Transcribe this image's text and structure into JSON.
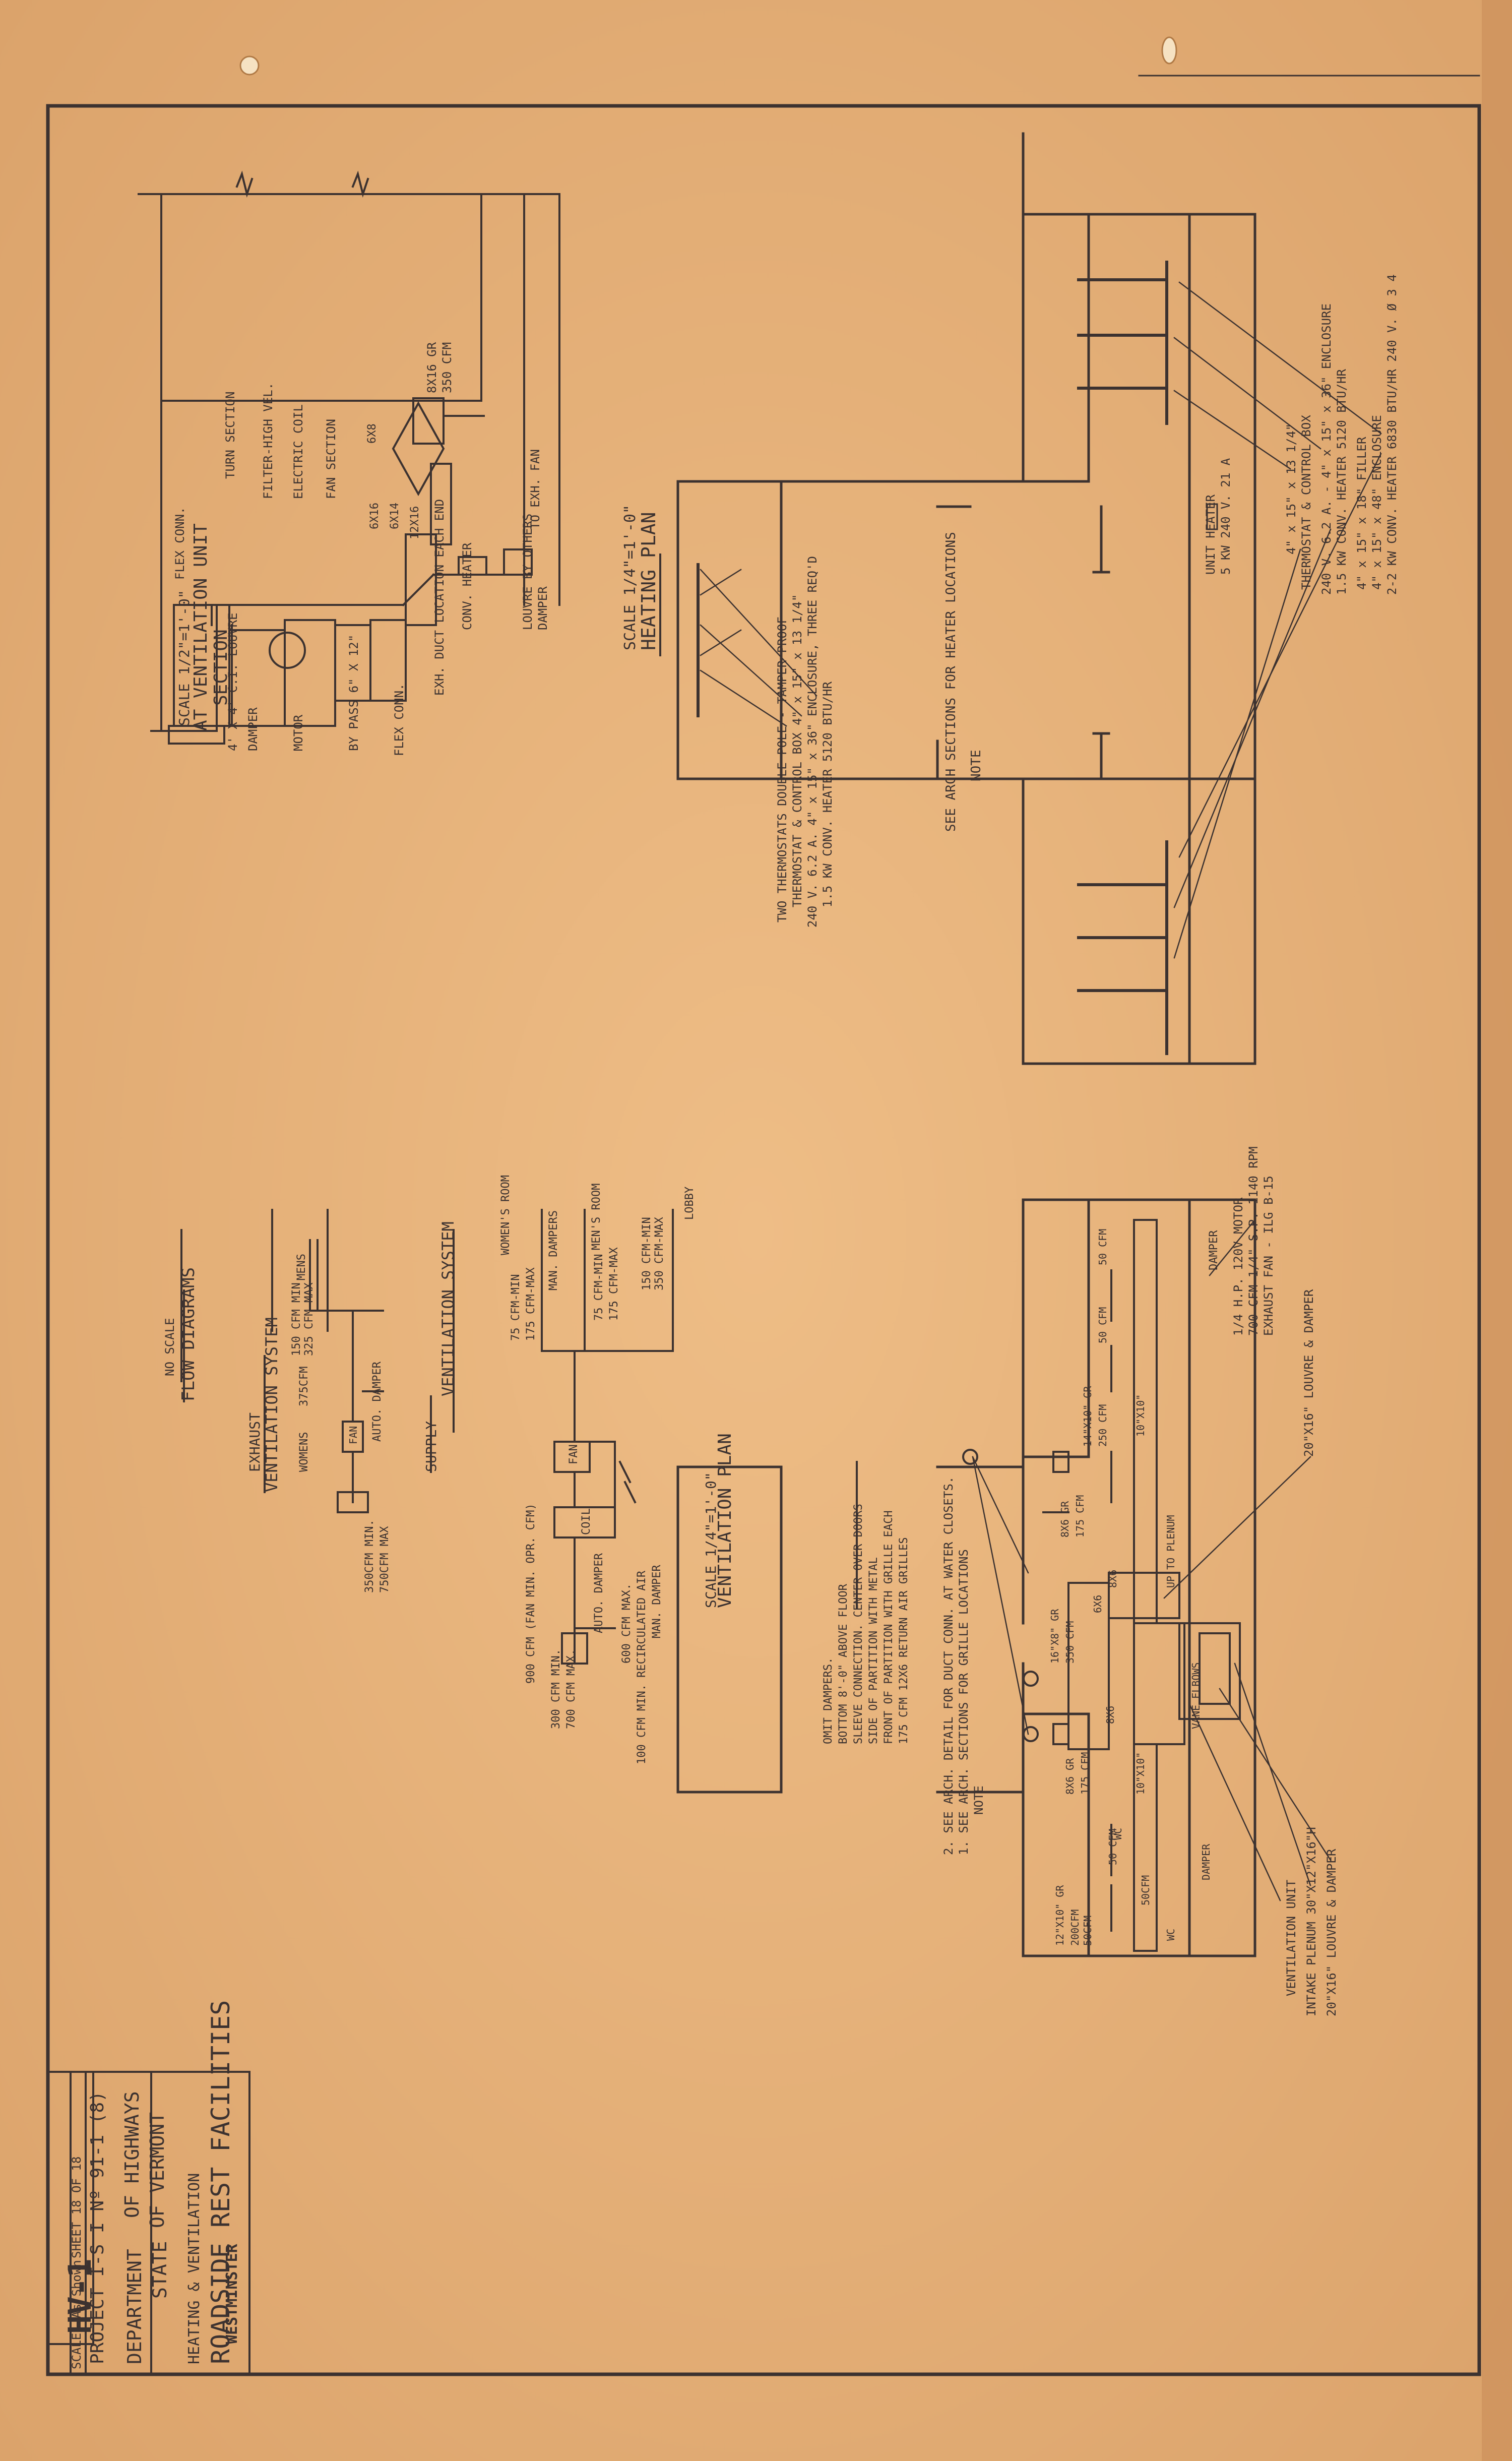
{
  "sheet": {
    "paper_color": "#e9b67e",
    "ink_color": "#3c3230",
    "rotation": "drawing rotated 90 degrees (text reads bottom-to-top)"
  },
  "title_block": {
    "location": "WESTMINSTER",
    "project": "ROADSIDE REST FACILITIES",
    "drawing_title": "HEATING & VENTILATION",
    "state": "STATE",
    "of": "OF",
    "vermont": "VERMONT",
    "department": "DEPARTMENT",
    "of_highways": "OF HIGHWAYS",
    "project_no": "PROJECT I-S I Nº 91-1 (8)",
    "scale": "SCALE: As Shown",
    "sheet_no": "SHEET 18 OF 18",
    "drawing_no": "HV-1"
  },
  "heating_plan": {
    "title": "HEATING PLAN",
    "scale": "SCALE 1/4\"=1'-0\"",
    "note_label": "NOTE",
    "note_text": "SEE ARCH SECTIONS FOR HEATER LOCATIONS",
    "callouts": [
      "2-2 KW CONV. HEATER 6830 BTU/HR 240 V. Ø 3 4",
      "4\" x 15\" x 48\" ENCLOSURE",
      "4\" x 15\" x 18\" FILLER",
      "1.5 KW CONV. HEATER 5120 BTU/HR",
      "240 V. 6.2 A. - 4\" x 15\" x 36\" ENCLOSURE",
      "THERMOSTAT & CONTROL BOX",
      "4\" x 15\" x 13 1/4\"",
      "5 KW 240 V. 21 A",
      "UNIT HEATER",
      "1.5 KW CONV. HEATER 5120 BTU/HR",
      "240 V. 6.2 A. 4\" x 15\" x 36\" ENCLOSURE, THREE REQ'D",
      "THERMOSTAT & CONTROL BOX 4\" x 15\" x 13 1/4\"",
      "TWO THERMOSTATS DOUBLE POLE - TAMPER PROOF"
    ]
  },
  "section": {
    "title": "SECTION",
    "subtitle": "AT VENTILATION UNIT",
    "scale": "SCALE 1/2\"=1'-0\"",
    "labels": [
      "350 CFM",
      "8X16 GR",
      "TO EXH. FAN",
      "DAMPER",
      "LOUVRE BY OTHERS",
      "CONV. HEATER",
      "EXH. DUCT LOCATION EACH END",
      "FLEX CONN.",
      "BY PASS 6\" X 12\"",
      "MOTOR",
      "DAMPER",
      "4' X 4' C.I. LOUVRE",
      "TURN SECTION",
      "FILTER-HIGH VEL.",
      "ELECTRIC COIL",
      "FAN SECTION",
      "FLEX CONN.",
      "6X8",
      "6X16",
      "6X14",
      "12X16"
    ]
  },
  "ventilation_plan": {
    "title": "VENTILATION PLAN",
    "scale": "SCALE 1/4\"=1'-0\"",
    "note_label": "NOTE",
    "notes": [
      "1. SEE ARCH. SECTIONS FOR GRILLE LOCATIONS",
      "2. SEE ARCH. DETAIL FOR DUCT CONN. AT WATER CLOSETS."
    ],
    "callouts": [
      "EXHAUST FAN - ILG B-15",
      "700 CFM 1/4\" S.P. 1140 RPM",
      "1/4 H.P. 120V MOTOR",
      "DAMPER",
      "20\"X16\" LOUVRE & DAMPER",
      "20\"X16\" LOUVRE & DAMPER",
      "INTAKE PLENUM 30\"X12\"X16\"H",
      "VENTILATION UNIT",
      "175 CFM 12X6 RETURN AIR GRILLES",
      "FRONT OF PARTITION WITH GRILLE EACH",
      "SIDE OF PARTITION WITH METAL",
      "SLEEVE CONNECTION. CENTER OVER DOORS",
      "BOTTOM 8'-0\" ABOVE FLOOR",
      "OMIT DAMPERS."
    ],
    "flow_labels": [
      "50 CFM",
      "50 CFM",
      "250 CFM",
      "14\"X10\" GR",
      "50 CFM",
      "50CFM",
      "200CFM",
      "12\"X10\" GR",
      "50CFM",
      "WC",
      "WC",
      "10\"X10\"",
      "10\"X10\"",
      "8X6",
      "8X6",
      "6X6",
      "350 CFM",
      "16\"X8\" GR",
      "175 CFM",
      "8X6 GR",
      "175 CFM",
      "8X6 GR",
      "DAMPER",
      "UP TO PLENUM",
      "VANE ELBOWS"
    ]
  },
  "flow_diagrams": {
    "title": "FLOW DIAGRAMS",
    "scale": "NO SCALE",
    "supply": {
      "title": "VENTILATION SYSTEM",
      "subtitle": "SUPPLY",
      "labels": [
        "LOBBY",
        "350 CFM-MAX",
        "150 CFM-MIN",
        "MEN'S ROOM",
        "175 CFM-MAX",
        "75 CFM-MIN",
        "MAN. DAMPERS",
        "WOMEN'S ROOM",
        "175 CFM-MAX",
        "75 CFM-MIN",
        "FAN",
        "COIL",
        "900 CFM (FAN MIN. OPR. CFM)",
        "MAN. DAMPER",
        "100 CFM MIN. RECIRCULATED AIR",
        "600 CFM MAX.",
        "AUTO. DAMPER",
        "700 CFM MAX.",
        "300 CFM MIN."
      ]
    },
    "exhaust": {
      "title": "VENTILATION SYSTEM",
      "subtitle": "EXHAUST",
      "labels": [
        "MENS",
        "325 CFM MAX",
        "150 CFM MIN",
        "375CFM",
        "WOMENS",
        "AUTO. DAMPER",
        "FAN",
        "750CFM MAX",
        "350CFM MIN."
      ]
    }
  }
}
